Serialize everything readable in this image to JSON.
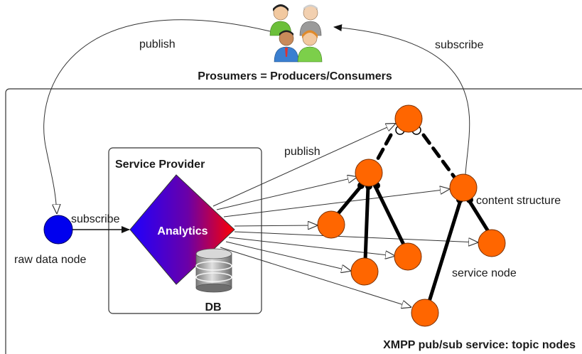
{
  "title": "Prosumers = Producers/Consumers",
  "footer": "XMPP pub/sub service: topic nodes",
  "labels": {
    "publish_top": "publish",
    "subscribe_top": "subscribe",
    "publish_mid": "publish",
    "subscribe_left": "subscribe",
    "raw_data_node": "raw data node",
    "service_provider": "Service Provider",
    "analytics": "Analytics",
    "db": "DB",
    "content_structure": "content structure",
    "service_node": "service node"
  },
  "colors": {
    "topic_node": "#ff6600",
    "raw_node": "#0000ee",
    "analytics_from": "#0000ff",
    "analytics_to": "#ff0000"
  },
  "icons": [
    "people-icon",
    "database-icon"
  ]
}
